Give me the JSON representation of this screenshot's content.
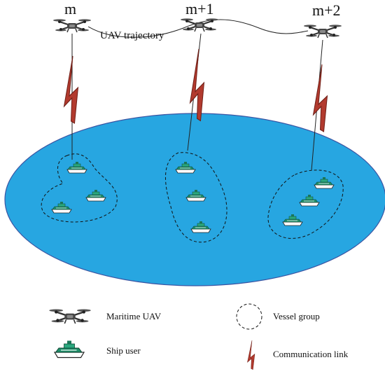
{
  "diagram": {
    "slot_labels": [
      "m",
      "m+1",
      "m+2"
    ],
    "trajectory_label": "UAV trajectory",
    "colors": {
      "sea": "#27a6e1",
      "sea_edge": "#3a55a3",
      "link": "#b23a2e",
      "ship_hull": "#ffffff",
      "ship_deck": "#1f8f6a",
      "uav_body": "#333333"
    }
  },
  "legend": {
    "uav_label": "Maritime UAV",
    "group_label": "Vessel group",
    "ship_label": "Ship user",
    "link_label": "Communication link"
  }
}
